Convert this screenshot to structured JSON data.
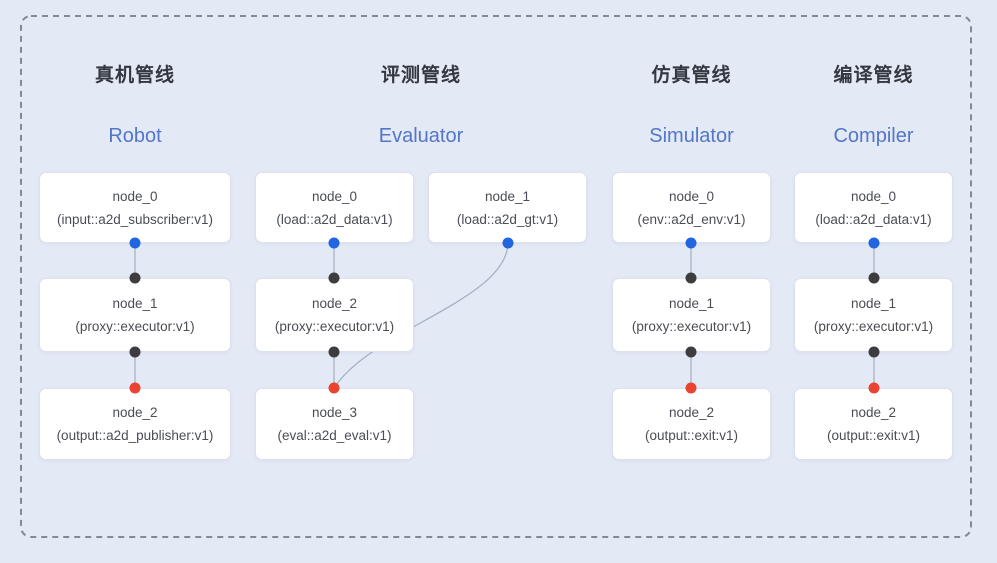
{
  "colors": {
    "background": "#e4e9f6",
    "box_bg": "#ffffff",
    "box_border": "#dde1ec",
    "dashed_border": "#828a98",
    "line": "#a3adc0",
    "port_input": "#2265e0",
    "port_mid": "#3d3d40",
    "port_output": "#e94432",
    "title_zh": "#33373f",
    "title_en": "#5276c8",
    "node_text": "#4a4d53"
  },
  "pipelines": [
    {
      "title_zh": "真机管线",
      "title_en": "Robot",
      "nodes": [
        {
          "name": "node_0",
          "impl": "(input::a2d_subscriber:v1)"
        },
        {
          "name": "node_1",
          "impl": "(proxy::executor:v1)"
        },
        {
          "name": "node_2",
          "impl": "(output::a2d_publisher:v1)"
        }
      ]
    },
    {
      "title_zh": "评测管线",
      "title_en": "Evaluator",
      "nodes": [
        {
          "name": "node_0",
          "impl": "(load::a2d_data:v1)"
        },
        {
          "name": "node_1",
          "impl": "(load::a2d_gt:v1)"
        },
        {
          "name": "node_2",
          "impl": "(proxy::executor:v1)"
        },
        {
          "name": "node_3",
          "impl": "(eval::a2d_eval:v1)"
        }
      ]
    },
    {
      "title_zh": "仿真管线",
      "title_en": "Simulator",
      "nodes": [
        {
          "name": "node_0",
          "impl": "(env::a2d_env:v1)"
        },
        {
          "name": "node_1",
          "impl": "(proxy::executor:v1)"
        },
        {
          "name": "node_2",
          "impl": "(output::exit:v1)"
        }
      ]
    },
    {
      "title_zh": "编译管线",
      "title_en": "Compiler",
      "nodes": [
        {
          "name": "node_0",
          "impl": "(load::a2d_data:v1)"
        },
        {
          "name": "node_1",
          "impl": "(proxy::executor:v1)"
        },
        {
          "name": "node_2",
          "impl": "(output::exit:v1)"
        }
      ]
    }
  ],
  "edges": [
    {
      "pipeline": "Robot",
      "from": "node_0",
      "to": "node_1"
    },
    {
      "pipeline": "Robot",
      "from": "node_1",
      "to": "node_2"
    },
    {
      "pipeline": "Evaluator",
      "from": "node_0",
      "to": "node_2"
    },
    {
      "pipeline": "Evaluator",
      "from": "node_1",
      "to": "node_3"
    },
    {
      "pipeline": "Evaluator",
      "from": "node_2",
      "to": "node_3"
    },
    {
      "pipeline": "Simulator",
      "from": "node_0",
      "to": "node_1"
    },
    {
      "pipeline": "Simulator",
      "from": "node_1",
      "to": "node_2"
    },
    {
      "pipeline": "Compiler",
      "from": "node_0",
      "to": "node_1"
    },
    {
      "pipeline": "Compiler",
      "from": "node_1",
      "to": "node_2"
    }
  ]
}
